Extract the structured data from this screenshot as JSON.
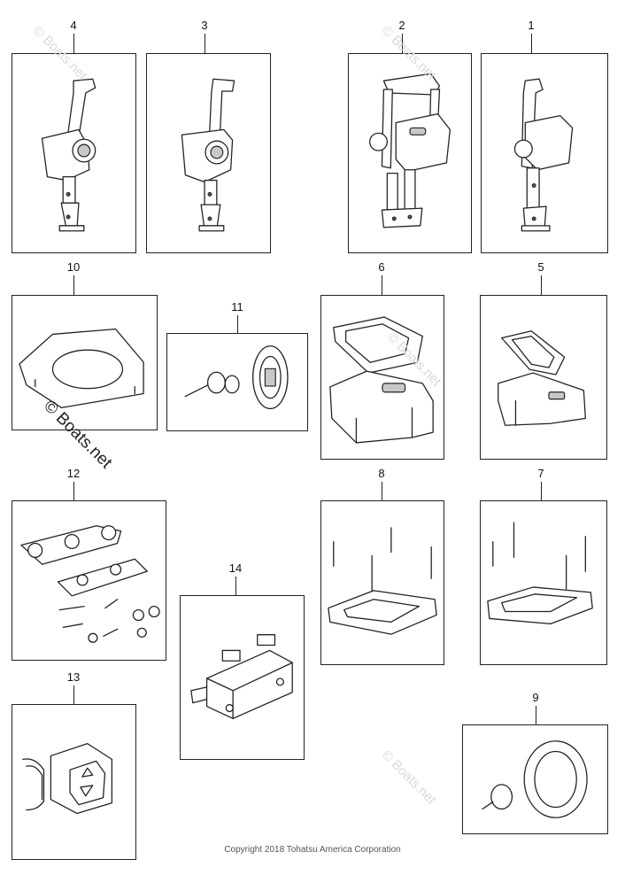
{
  "parts": [
    {
      "id": "part-4",
      "label": "4"
    },
    {
      "id": "part-3",
      "label": "3"
    },
    {
      "id": "part-2",
      "label": "2"
    },
    {
      "id": "part-1",
      "label": "1"
    },
    {
      "id": "part-10",
      "label": "10"
    },
    {
      "id": "part-11",
      "label": "11"
    },
    {
      "id": "part-6",
      "label": "6"
    },
    {
      "id": "part-5",
      "label": "5"
    },
    {
      "id": "part-12",
      "label": "12"
    },
    {
      "id": "part-8",
      "label": "8"
    },
    {
      "id": "part-7",
      "label": "7"
    },
    {
      "id": "part-14",
      "label": "14"
    },
    {
      "id": "part-13",
      "label": "13"
    },
    {
      "id": "part-9",
      "label": "9"
    }
  ],
  "watermark": {
    "main": "© Boats.net",
    "faint": "© Boats.net"
  },
  "footer": {
    "copyright": "Copyright 2018 Tohatsu America Corporation"
  }
}
